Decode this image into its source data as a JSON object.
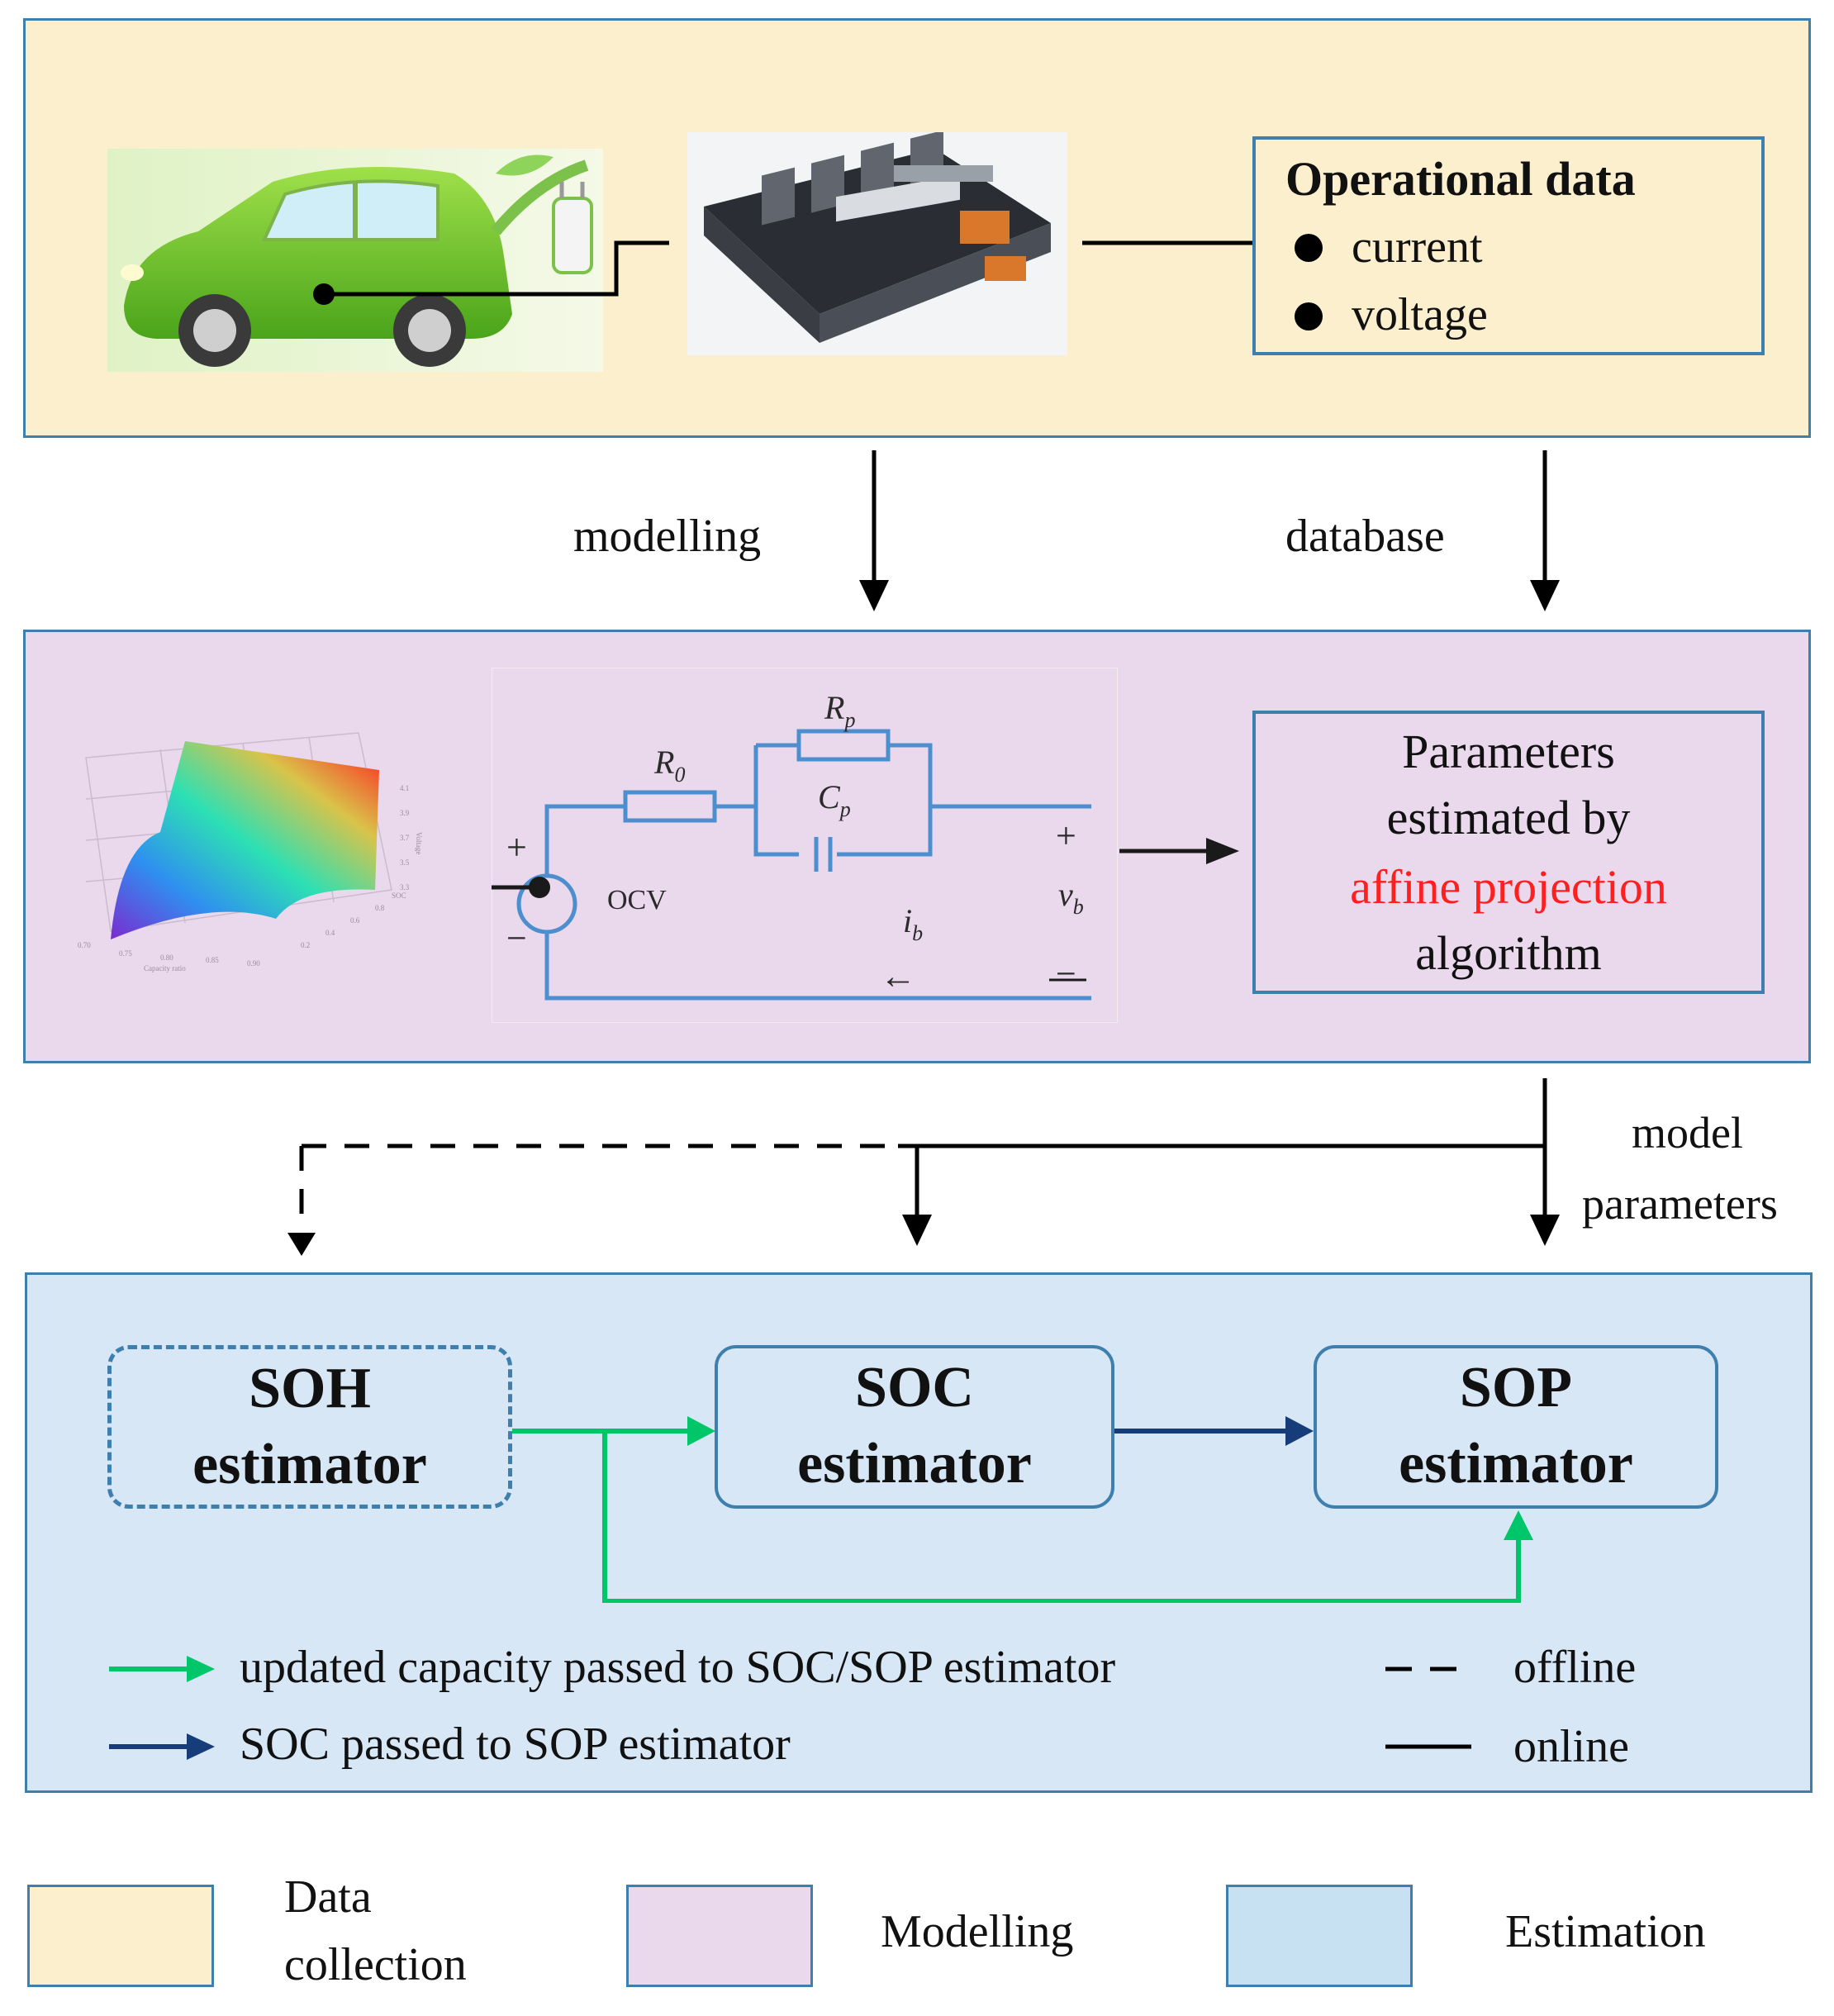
{
  "colors": {
    "data_collection_bg": "#fcefcd",
    "modelling_bg": "#ead8ec",
    "estimation_bg": "#d7e7f5",
    "panel_border": "#3f7fae",
    "green_arrow": "#00c66a",
    "navy_arrow": "#173c7a",
    "highlight_red": "#ff1f1f",
    "circuit_blue": "#4d8fce"
  },
  "data_collection": {
    "box_title": "Operational data",
    "items": [
      "current",
      "voltage"
    ]
  },
  "flow_labels": {
    "modelling": "modelling",
    "database": "database",
    "model_parameters_line1": "model",
    "model_parameters_line2": "parameters"
  },
  "modelling": {
    "circuit": {
      "r0_sub": "0",
      "rp_sub": "p",
      "cp_sub": "p",
      "ocv": "OCV",
      "plus_left": "+",
      "minus_left": "−",
      "plus_right": "+",
      "minus_right": "−",
      "ib_sub": "b",
      "vb_sub": "b",
      "current_arrow": "←"
    },
    "params_box": {
      "line1": "Parameters",
      "line2": "estimated by",
      "line3_highlight": "affine projection",
      "line4": "algorithm"
    }
  },
  "estimation": {
    "soh": {
      "line1": "SOH",
      "line2": "estimator"
    },
    "soc": {
      "line1": "SOC",
      "line2": "estimator"
    },
    "sop": {
      "line1": "SOP",
      "line2": "estimator"
    },
    "legend": {
      "green": "updated capacity passed to SOC/SOP estimator",
      "navy": "SOC passed to SOP estimator",
      "dashed": "offline",
      "solid": "online"
    }
  },
  "bottom_legend": {
    "data_collection_line1": "Data",
    "data_collection_line2": "collection",
    "modelling": "Modelling",
    "estimation": "Estimation"
  }
}
